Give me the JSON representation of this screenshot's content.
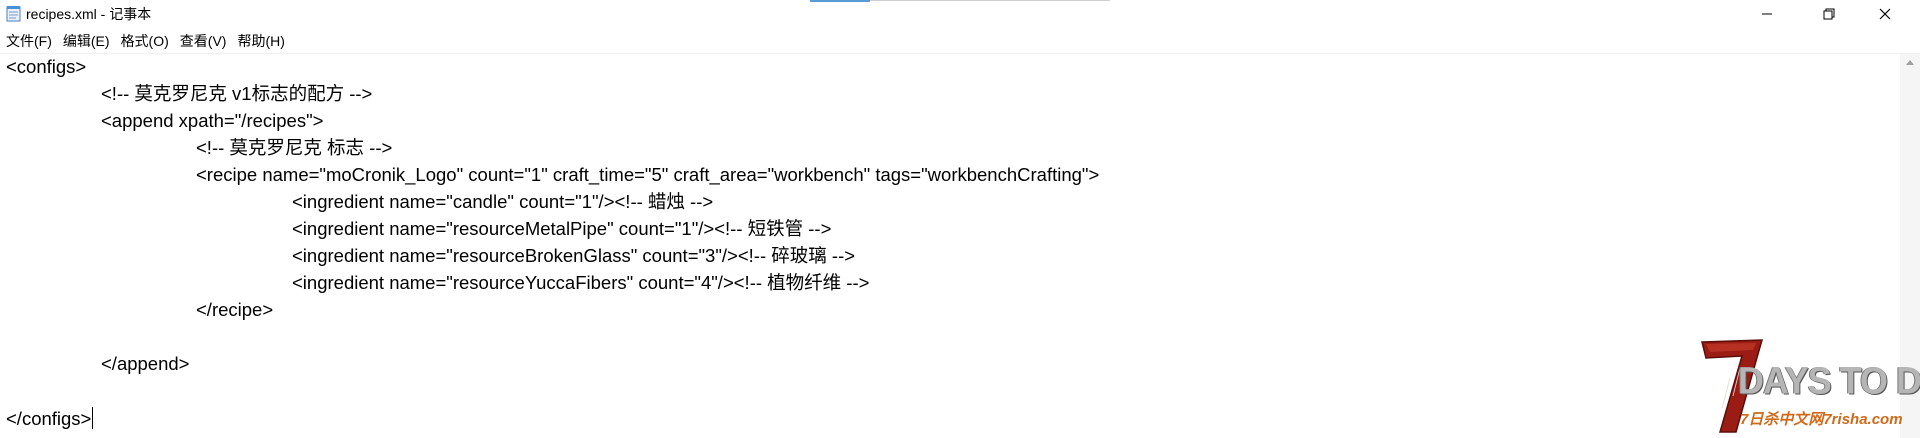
{
  "window": {
    "title": "recipes.xml - 记事本"
  },
  "menu": {
    "items": [
      {
        "label": "文件(F)"
      },
      {
        "label": "编辑(E)"
      },
      {
        "label": "格式(O)"
      },
      {
        "label": "查看(V)"
      },
      {
        "label": "帮助(H)"
      }
    ]
  },
  "editor": {
    "lines": [
      "<configs>",
      "<!-- 莫克罗尼克 v1标志的配方 -->",
      "<append xpath=\"/recipes\">",
      "<!-- 莫克罗尼克 标志 -->",
      "<recipe name=\"moCronik_Logo\" count=\"1\" craft_time=\"5\" craft_area=\"workbench\" tags=\"workbenchCrafting\">",
      "<ingredient name=\"candle\" count=\"1\"/><!-- 蜡烛 -->",
      "<ingredient name=\"resourceMetalPipe\" count=\"1\"/><!-- 短铁管 -->",
      "<ingredient name=\"resourceBrokenGlass\" count=\"3\"/><!-- 碎玻璃 -->",
      "<ingredient name=\"resourceYuccaFibers\" count=\"4\"/><!-- 植物纤维 -->",
      "</recipe>",
      "",
      "</append>",
      "",
      "</configs>"
    ]
  },
  "watermark": {
    "logo_text": "DAYS TO DIE",
    "site_text": "7日杀中文网7risha.com"
  },
  "colors": {
    "text": "#000000",
    "background": "#ffffff",
    "logo_gray": "#b5b5b5",
    "logo_red": "#9a1c14",
    "logo_orange": "#d06a1a"
  }
}
